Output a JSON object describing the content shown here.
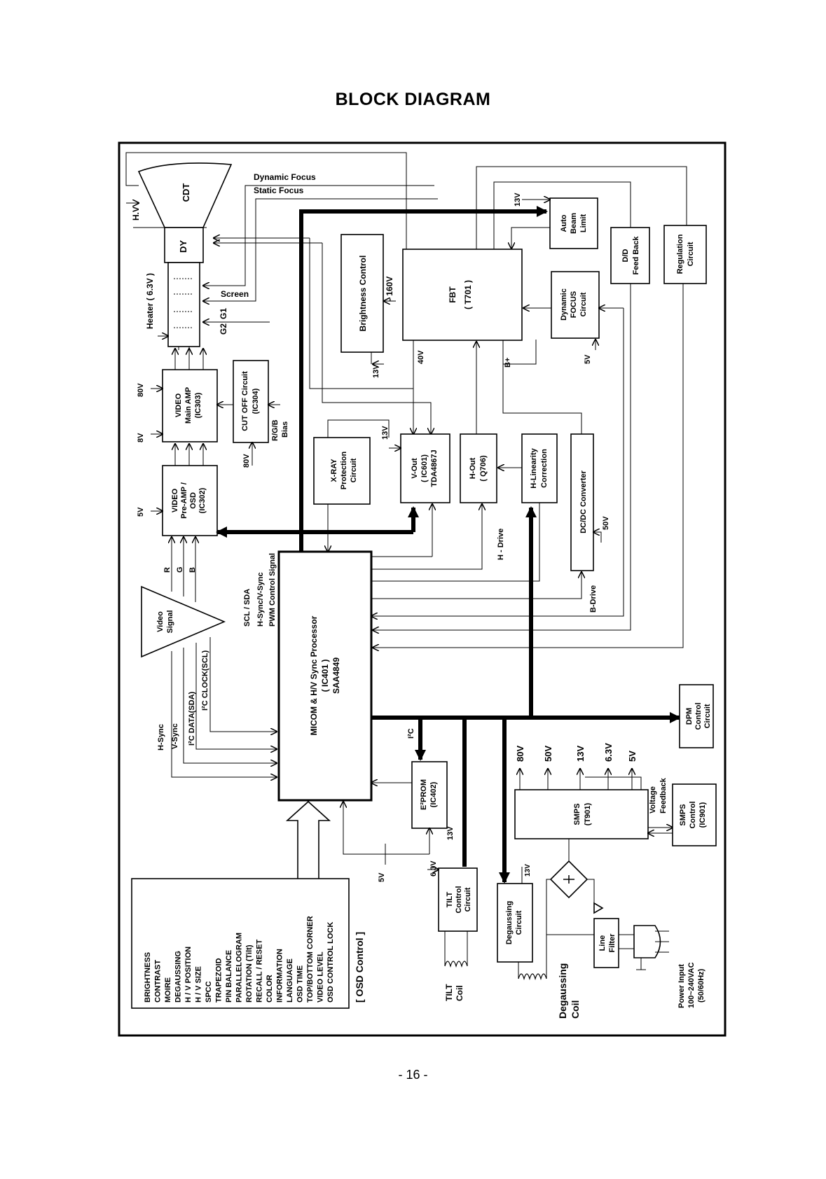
{
  "title": "BLOCK DIAGRAM",
  "page_number": "- 16 -",
  "blocks": {
    "cdt": "CDT",
    "dy": "DY",
    "fbt": [
      "FBT",
      "( T701 )"
    ],
    "auto_beam": [
      "Auto",
      "Beam",
      "Limit"
    ],
    "dd_feedback": [
      "D/D",
      "Feed Back"
    ],
    "regulation": [
      "Regulation",
      "Circuit"
    ],
    "brightness": "Brightness Control",
    "dynamic_focus": [
      "Dynamic",
      "FOCUS",
      "Circuit"
    ],
    "video_main_amp": [
      "VIDEO",
      "Main AMP",
      "(IC303)"
    ],
    "cutoff": [
      "CUT OFF Circuit",
      "(IC304)"
    ],
    "video_preamp": [
      "VIDEO",
      "Pre-AMP /",
      "OSD",
      "(IC302)"
    ],
    "xray": [
      "X-RAY",
      "Protection",
      "Circuit"
    ],
    "vout": [
      "V-Out",
      "( IC601)",
      "TDA4867J"
    ],
    "hout": [
      "H-Out",
      "( Q706)"
    ],
    "hlin": [
      "H-Linearity",
      "Correction"
    ],
    "dcdc": "DC/DC Converter",
    "video_signal": [
      "Video",
      "Signal"
    ],
    "micom": [
      "MICOM & H/V Sync Processor",
      "( IC401 )",
      "SAA4849"
    ],
    "eeprom": [
      "E²PROM",
      "(IC402)"
    ],
    "dpm": [
      "DPM",
      "Control",
      "Circuit"
    ],
    "smps": [
      "SMPS",
      "(T901)"
    ],
    "smps_control": [
      "SMPS",
      "Control",
      "(IC901)"
    ],
    "tilt": [
      "TILT",
      "Control",
      "Circuit"
    ],
    "degaussing": [
      "Degaussing",
      "Circuit"
    ],
    "line_filter": [
      "Line",
      "Filter"
    ]
  },
  "labels": {
    "dynamic_focus": "Dynamic Focus",
    "static_focus": "Static Focus",
    "hv": "H.V",
    "heater": "Heater ( 6.3V )",
    "screen": "Screen",
    "g1": "G1",
    "g2": "G2",
    "v80_main": "80V",
    "v8": "8V",
    "v5_pre": "5V",
    "v80_cutoff": "80V",
    "rgb_bias": [
      "R/G/B",
      "Bias"
    ],
    "r": "R",
    "g": "G",
    "b": "B",
    "v13_abl": "13V",
    "v160": "- 160V",
    "v13_bright": "13V",
    "v40": "40V",
    "bplus": "B+",
    "v5_focus": "5V",
    "v13_vout": "13V",
    "h_drive": "H - Drive",
    "v50": "50V",
    "b_drive": "B-Drive",
    "scl_sda": "SCL / SDA",
    "hv_sync": "H-Sync/V-Sync",
    "pwm": "PWM Control Signal",
    "i2c": "I²C",
    "h_sync": "H-Sync",
    "v_sync": "V-Sync",
    "i2c_data": "I²C DATA(SDA)",
    "i2c_clock": "I²C CLOCK(SCL)",
    "smps_out": [
      "80V",
      "50V",
      "13V",
      "6.3V",
      "5V"
    ],
    "voltage_feedback": [
      "Voltage",
      "Feedback"
    ],
    "v13_eeprom": "13V",
    "v5_micom": "5V",
    "v63_tilt": "6.3V",
    "v13_deg": "13V",
    "tilt_coil": [
      "TILT",
      "Coil"
    ],
    "degaussing_coil": [
      "Degaussing",
      "Coil"
    ],
    "power_input": [
      "Power Input",
      "100~240VAC",
      "(50/60Hz)"
    ]
  },
  "osd_control": {
    "items": [
      "BRIGHTNESS",
      "CONTRAST",
      "MOIRE",
      "DEGAUSSING",
      "H / V POSITION",
      "H / V SIZE",
      "SPCC",
      "TRAPEZOID",
      "PIN BALANCE",
      "PARALLELOGRAM",
      "ROTATION (Tilt)",
      "RECALL / RESET",
      "COLOR",
      "INFORMATION",
      "LANGUAGE",
      "OSD TIME",
      "TOP/BOTTOM CORNER",
      "VIDEO LEVEL",
      "OSD CONTROL LOCK"
    ],
    "title": "[ OSD Control ]"
  }
}
